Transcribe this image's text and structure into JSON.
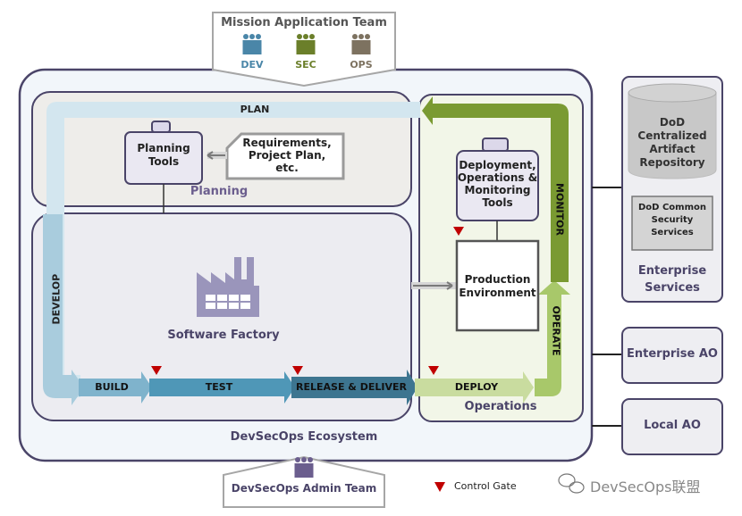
{
  "mission_team": {
    "title": "Mission Application Team",
    "roles": [
      {
        "label": "DEV",
        "color": "#4a86a8"
      },
      {
        "label": "SEC",
        "color": "#6b7f2a"
      },
      {
        "label": "OPS",
        "color": "#7d7260"
      }
    ]
  },
  "ecosystem": {
    "label": "DevSecOps Ecosystem"
  },
  "planning": {
    "label": "Planning",
    "phase": "PLAN",
    "tools_label": "Planning Tools",
    "inputs_label": [
      "Requirements,",
      "Project Plan,",
      "etc."
    ]
  },
  "software_factory": {
    "label": "Software Factory",
    "phases": [
      "DEVELOP",
      "BUILD",
      "TEST",
      "RELEASE & DELIVER"
    ]
  },
  "operations": {
    "label": "Operations",
    "tools_label": [
      "Deployment,",
      "Operations &",
      "Monitoring",
      "Tools"
    ],
    "production_label": [
      "Production",
      "Environment"
    ],
    "phases": [
      "DEPLOY",
      "OPERATE",
      "MONITOR"
    ]
  },
  "enterprise_services": {
    "label": [
      "Enterprise",
      "Services"
    ],
    "repository": [
      "DoD",
      "Centralized",
      "Artifact",
      "Repository"
    ],
    "security": [
      "DoD Common",
      "Security",
      "Services"
    ]
  },
  "enterprise_ao": {
    "label": "Enterprise AO"
  },
  "local_ao": {
    "label": "Local AO"
  },
  "admin_team": {
    "label": "DevSecOps Admin Team"
  },
  "legend": {
    "control_gate": "Control Gate",
    "gate_color": "#c00000"
  },
  "watermark": {
    "text": "DevSecOps联盟"
  },
  "colors": {
    "border": "#4a4468",
    "text_purple": "#4a4468",
    "plan_arrow": "#d3e6ef",
    "develop_arrow": "#a9ccdd",
    "build_arrow": "#7fb3cc",
    "test_arrow": "#4f97b7",
    "release_arrow": "#3d7590",
    "deploy_arrow": "#c9dc9f",
    "operate_arrow": "#a8c86a",
    "monitor_arrow": "#7a9a32"
  }
}
